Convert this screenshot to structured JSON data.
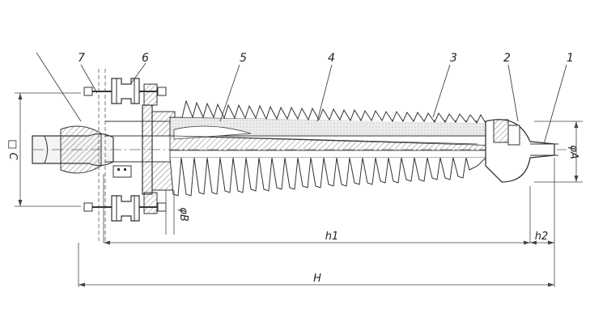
{
  "callouts": [
    {
      "id": "1",
      "text": "1"
    },
    {
      "id": "2",
      "text": "2"
    },
    {
      "id": "3",
      "text": "3"
    },
    {
      "id": "4",
      "text": "4"
    },
    {
      "id": "5",
      "text": "5"
    },
    {
      "id": "6",
      "text": "6"
    },
    {
      "id": "7",
      "text": "7"
    }
  ],
  "dimensions": {
    "phi_a": "φA",
    "phi_b": "φB",
    "square_c": "□ C",
    "h1": "h1",
    "h2": "h2",
    "H": "H"
  },
  "colors": {
    "line": "#333333",
    "hatch_fill": "#d9d9d9",
    "dark_fill": "#8a8a8a",
    "background": "#ffffff"
  }
}
